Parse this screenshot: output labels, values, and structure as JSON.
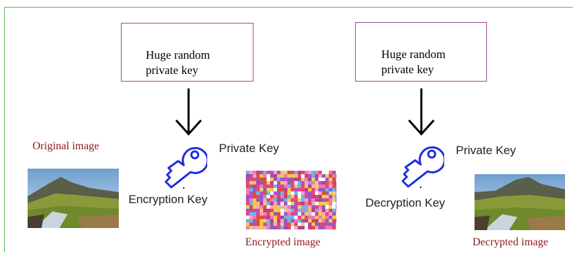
{
  "encrypt_side": {
    "key_box_text": "Huge random\nprivate key",
    "private_key_label": "Private Key",
    "key_label": "Encryption Key",
    "input_caption": "Original image",
    "output_caption": "Encrypted image"
  },
  "decrypt_side": {
    "key_box_text": "Huge random\nprivate key",
    "private_key_label": "Private Key",
    "key_label": "Decryption Key",
    "output_caption": "Decrypted image"
  },
  "colors": {
    "border_green": "#5cb85c",
    "box_purple": "#a4449a",
    "caption_red": "#8b1a1a",
    "key_blue": "#1f2be0"
  },
  "icons": [
    "key-icon",
    "down-arrow-icon",
    "landscape-image",
    "noise-image"
  ]
}
